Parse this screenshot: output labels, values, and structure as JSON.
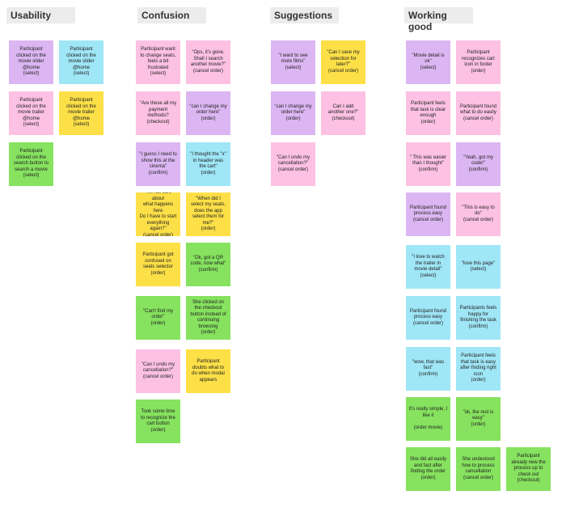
{
  "colors": {
    "purple": "#dcb6f2",
    "cyan": "#9fe6f6",
    "pink": "#fcc1e3",
    "yellow": "#fde047",
    "green": "#86e25f",
    "header_bg": "#ececec"
  },
  "columns": [
    {
      "title": "Usability",
      "notes": [
        {
          "text": "Participant\nclicked on the\nmovie slider\n@home\n(select)",
          "color": "purple"
        },
        {
          "text": "Participant\nclicked on the\nmovie slider\n@home\n(select)",
          "color": "cyan"
        },
        {
          "text": "Participant\nclicked on the\nmovie trailer\n@home\n(select)",
          "color": "pink"
        },
        {
          "text": "Participant\nclicked on the\nmovie trailer\n@home\n(select)",
          "color": "yellow"
        },
        {
          "text": "Participant\nclicked on the\nsearch button to\nsearch a movie\n(select)",
          "color": "green"
        }
      ]
    },
    {
      "title": "Confusion",
      "notes": [
        {
          "text": "Participant want\nto change seats,\nfeels a bit\nfrustrated\n(select)",
          "color": "pink"
        },
        {
          "text": "\"Ops, it's gone.\nShall I search\nanothet movie?\"\n(cancel order)",
          "color": "pink"
        },
        {
          "text": "\"Are these all my\npayment\nmethods?\n(checkout)",
          "color": "pink"
        },
        {
          "text": "\"can I change my\norder here\"\n(order)",
          "color": "purple"
        },
        {
          "text": "\"I guess I need to\nshow this at the\ncinema\"\n(confirm)",
          "color": "purple"
        },
        {
          "text": "\"I thought the \"x\"\nin header was\nthe cart\"\n(order)",
          "color": "cyan"
        },
        {
          "text": "\"I'm not sure about\nwhat happens here\nDo I have to start\neverything again?\"\n(cancel order)",
          "color": "yellow"
        },
        {
          "text": "\"When did I\nselect my seats,\ndoes the app\nselect them for\nme?\"\n(order)",
          "color": "yellow"
        },
        {
          "text": "Participant got\nconfused on\nseats selector\n(order)",
          "color": "yellow"
        },
        {
          "text": "\"Ok, got a QR\ncode, now what\"\n(confirm)",
          "color": "green"
        },
        {
          "text": "\"Can't find my\norder\"\n(order)",
          "color": "green"
        },
        {
          "text": "She clicked on\nthe checkout\nbutton instead of\ncontinuing\nbrowsing\n(order)",
          "color": "green"
        },
        {
          "text": "\"Can I undo my\ncancellation?\"\n(cancel order)",
          "color": "pink"
        },
        {
          "text": "Participant\ndoubts what to\ndo when modal\nappears",
          "color": "yellow"
        },
        {
          "text": "Took some time\nto recognize the\ncart button\n(order)",
          "color": "green"
        }
      ]
    },
    {
      "title": "Suggestions",
      "notes": [
        {
          "text": "\"I want to see\nmore films\"\n(select)",
          "color": "purple"
        },
        {
          "text": "\"Can I save my\nselection for\nlater?\"\n(cancel order)",
          "color": "yellow"
        },
        {
          "text": "\"can I change my\norder here\"\n(order)",
          "color": "purple"
        },
        {
          "text": "Can I add\nanother one?\"\n(checkout)",
          "color": "pink"
        },
        {
          "text": "\"Can I undo my\ncancellation?\"\n(cancel order)",
          "color": "pink"
        }
      ]
    },
    {
      "title": "Working good",
      "notes": [
        {
          "text": "\"Movie detail is\nok\"\n(select)",
          "color": "purple"
        },
        {
          "text": "Participant\nrecognizes cart\nicon in footer\n(order)",
          "color": "pink"
        },
        {
          "text": "Participant feels\nthat task is clear\nenough\n(order)",
          "color": "pink"
        },
        {
          "text": "Participant found\nwhat to do easily\n(cancel order)",
          "color": "pink"
        },
        {
          "text": "\" This was easier\nthan I thought\"\n(confirm)",
          "color": "pink"
        },
        {
          "text": "\"Yeah, got my\ncode!\"\n(confirm)",
          "color": "purple"
        },
        {
          "text": "Participant found\nprocess easy\n(cancel order)",
          "color": "purple"
        },
        {
          "text": "\"This is easy to\ndo\"\n(cancel order)",
          "color": "pink"
        },
        {
          "text": "\"I love to watch\nthe trailer in\nmovie detail\"\n(select)",
          "color": "cyan"
        },
        {
          "text": "\"love this page\"\n(select)",
          "color": "cyan"
        },
        {
          "text": "Participant found\nprocess easy\n(cancel order)",
          "color": "cyan"
        },
        {
          "text": "Participants feels\nhappy for\nfinishing the task\n(confirm)",
          "color": "cyan"
        },
        {
          "text": "\"wow, that was\nfast\"\n(confirm)",
          "color": "cyan"
        },
        {
          "text": "Participant feels\nthat task is easy\nafter finding right\nicon\n(order)",
          "color": "cyan"
        },
        {
          "text": "It's really simple, I\nlike it\n\n(order movie)",
          "color": "green"
        },
        {
          "text": "\"ok, the rest is\neasy\"\n(order)",
          "color": "green"
        },
        {
          "text": "She did all easily\nand fast after\nfinding the order\n(order)",
          "color": "green"
        },
        {
          "text": "She undestood\nhow to process\ncancellation\n(cancel order)",
          "color": "green"
        },
        {
          "text": "Participant\nalready new the\nprocess up to\ncheck out\n(checkout)",
          "color": "green"
        }
      ]
    }
  ]
}
